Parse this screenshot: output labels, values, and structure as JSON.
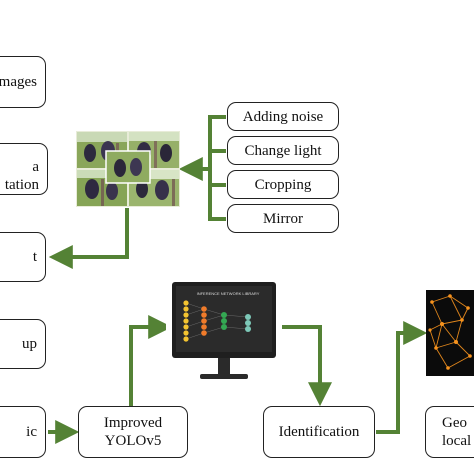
{
  "colors": {
    "arrow": "#548235",
    "box_border": "#222222",
    "screen": "#2b2b2b",
    "node_orange": "#f07b2a",
    "node_yellow": "#f4c430",
    "node_green": "#34a853",
    "node_teal": "#7dc8b8",
    "net_bg": "#0b0b0b",
    "net_line": "#f7931e"
  },
  "boxes": {
    "images": "mages",
    "data_augmentation_line1": "a",
    "data_augmentation_line2": "tation",
    "dataset": "t",
    "setup": "up",
    "basic": "ic",
    "improved_yolov5_line1": "Improved",
    "improved_yolov5_line2": "YOLOv5",
    "identification": "Identification",
    "geo_line1": "Geo",
    "geo_line2": "local"
  },
  "augmentations": [
    "Adding noise",
    "Change light",
    "Cropping",
    "Mirror"
  ],
  "screen_title": "INFERENCE NETWORK LIBRARY",
  "icons": {
    "grape_photo_grid": "grape-photo-grid-icon",
    "monitor": "monitor-neural-network-icon",
    "network_graph": "network-graph-icon"
  }
}
